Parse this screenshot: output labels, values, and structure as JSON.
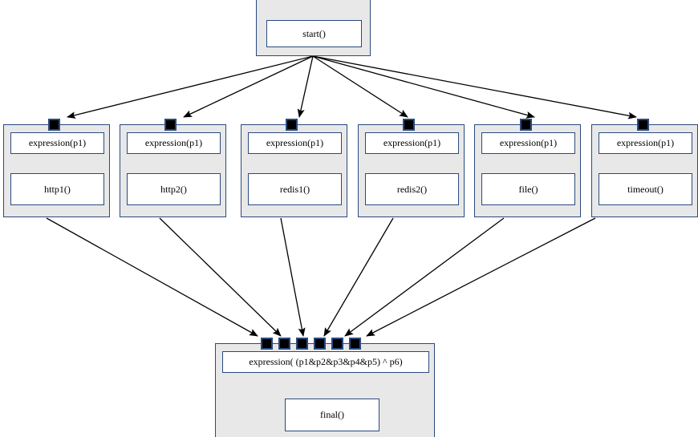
{
  "diagram": {
    "type": "flow-graph",
    "background": "#ffffff",
    "node_fill": "#e8e8e8",
    "node_border": "#2a4a7f",
    "inner_fill": "#ffffff",
    "port_color": "#000000",
    "edge_color": "#000000"
  },
  "start": {
    "method": "start()"
  },
  "branches": [
    {
      "expression": "expression(p1)",
      "method": "http1()"
    },
    {
      "expression": "expression(p1)",
      "method": "http2()"
    },
    {
      "expression": "expression(p1)",
      "method": "redis1()"
    },
    {
      "expression": "expression(p1)",
      "method": "redis2()"
    },
    {
      "expression": "expression(p1)",
      "method": "file()"
    },
    {
      "expression": "expression(p1)",
      "method": "timeout()"
    }
  ],
  "final": {
    "expression": "expression( (p1&p2&p3&p4&p5) ^ p6)",
    "method": "final()"
  }
}
